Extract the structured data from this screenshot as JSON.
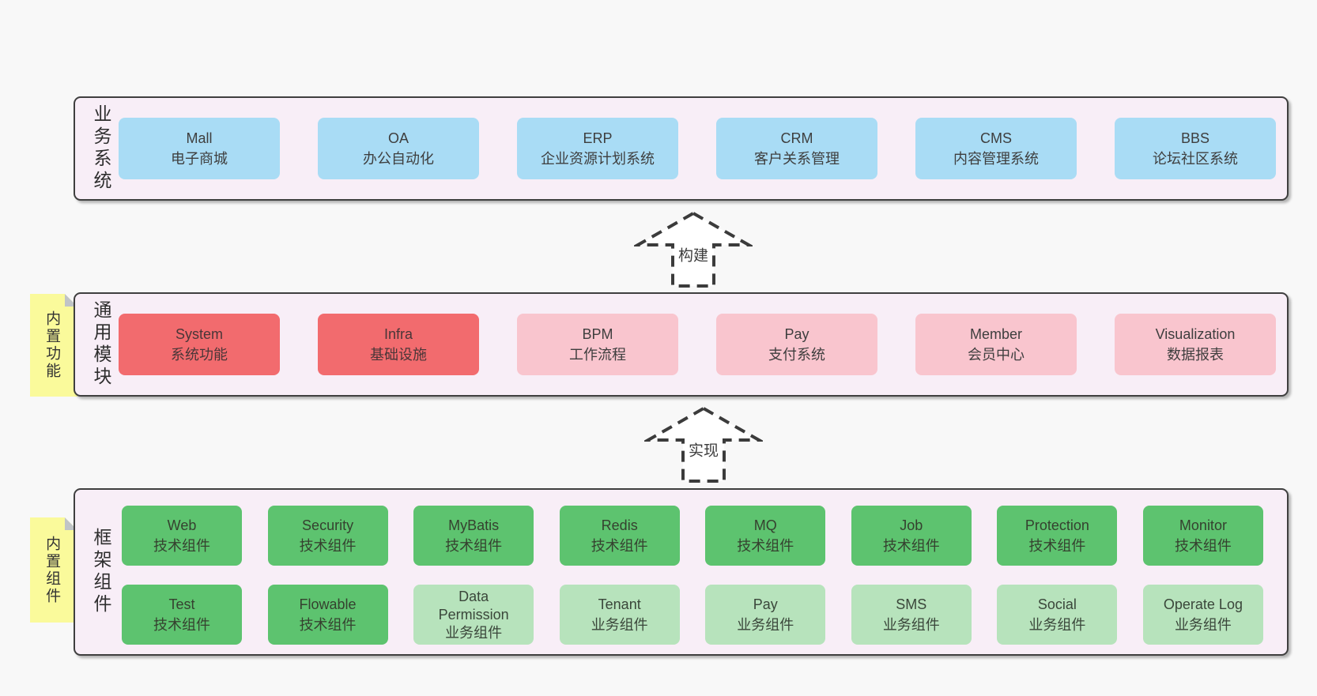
{
  "diagram": {
    "colors": {
      "background": "#f8f8f8",
      "panel_fill": "#f8eef7",
      "panel_border": "#3f3f3f",
      "blue_box": "#a9dcf5",
      "red_box": "#f26b6e",
      "pink_box": "#f9c5ce",
      "green_dark_box": "#5dc36f",
      "green_light_box": "#b7e3bc",
      "sticky_yellow": "#fafa9b"
    },
    "arrows": [
      {
        "label": "构建"
      },
      {
        "label": "实现"
      }
    ],
    "layers": {
      "business": {
        "label": "业务系统",
        "boxes": [
          {
            "name": "Mall",
            "desc": "电子商城"
          },
          {
            "name": "OA",
            "desc": "办公自动化"
          },
          {
            "name": "ERP",
            "desc": "企业资源计划系统"
          },
          {
            "name": "CRM",
            "desc": "客户关系管理"
          },
          {
            "name": "CMS",
            "desc": "内容管理系统"
          },
          {
            "name": "BBS",
            "desc": "论坛社区系统"
          }
        ]
      },
      "modules": {
        "label": "通用模块",
        "sticky": "内置功能",
        "boxes": [
          {
            "name": "System",
            "desc": "系统功能"
          },
          {
            "name": "Infra",
            "desc": "基础设施"
          },
          {
            "name": "BPM",
            "desc": "工作流程"
          },
          {
            "name": "Pay",
            "desc": "支付系统"
          },
          {
            "name": "Member",
            "desc": "会员中心"
          },
          {
            "name": "Visualization",
            "desc": "数据报表"
          }
        ]
      },
      "components": {
        "label": "框架组件",
        "sticky": "内置组件",
        "row1": [
          {
            "name": "Web",
            "desc": "技术组件"
          },
          {
            "name": "Security",
            "desc": "技术组件"
          },
          {
            "name": "MyBatis",
            "desc": "技术组件"
          },
          {
            "name": "Redis",
            "desc": "技术组件"
          },
          {
            "name": "MQ",
            "desc": "技术组件"
          },
          {
            "name": "Job",
            "desc": "技术组件"
          },
          {
            "name": "Protection",
            "desc": "技术组件"
          },
          {
            "name": "Monitor",
            "desc": "技术组件"
          }
        ],
        "row2": [
          {
            "name": "Test",
            "desc": "技术组件"
          },
          {
            "name": "Flowable",
            "desc": "技术组件"
          },
          {
            "name": "Data Permission",
            "desc": "业务组件"
          },
          {
            "name": "Tenant",
            "desc": "业务组件"
          },
          {
            "name": "Pay",
            "desc": "业务组件"
          },
          {
            "name": "SMS",
            "desc": "业务组件"
          },
          {
            "name": "Social",
            "desc": "业务组件"
          },
          {
            "name": "Operate Log",
            "desc": "业务组件"
          }
        ]
      }
    }
  }
}
